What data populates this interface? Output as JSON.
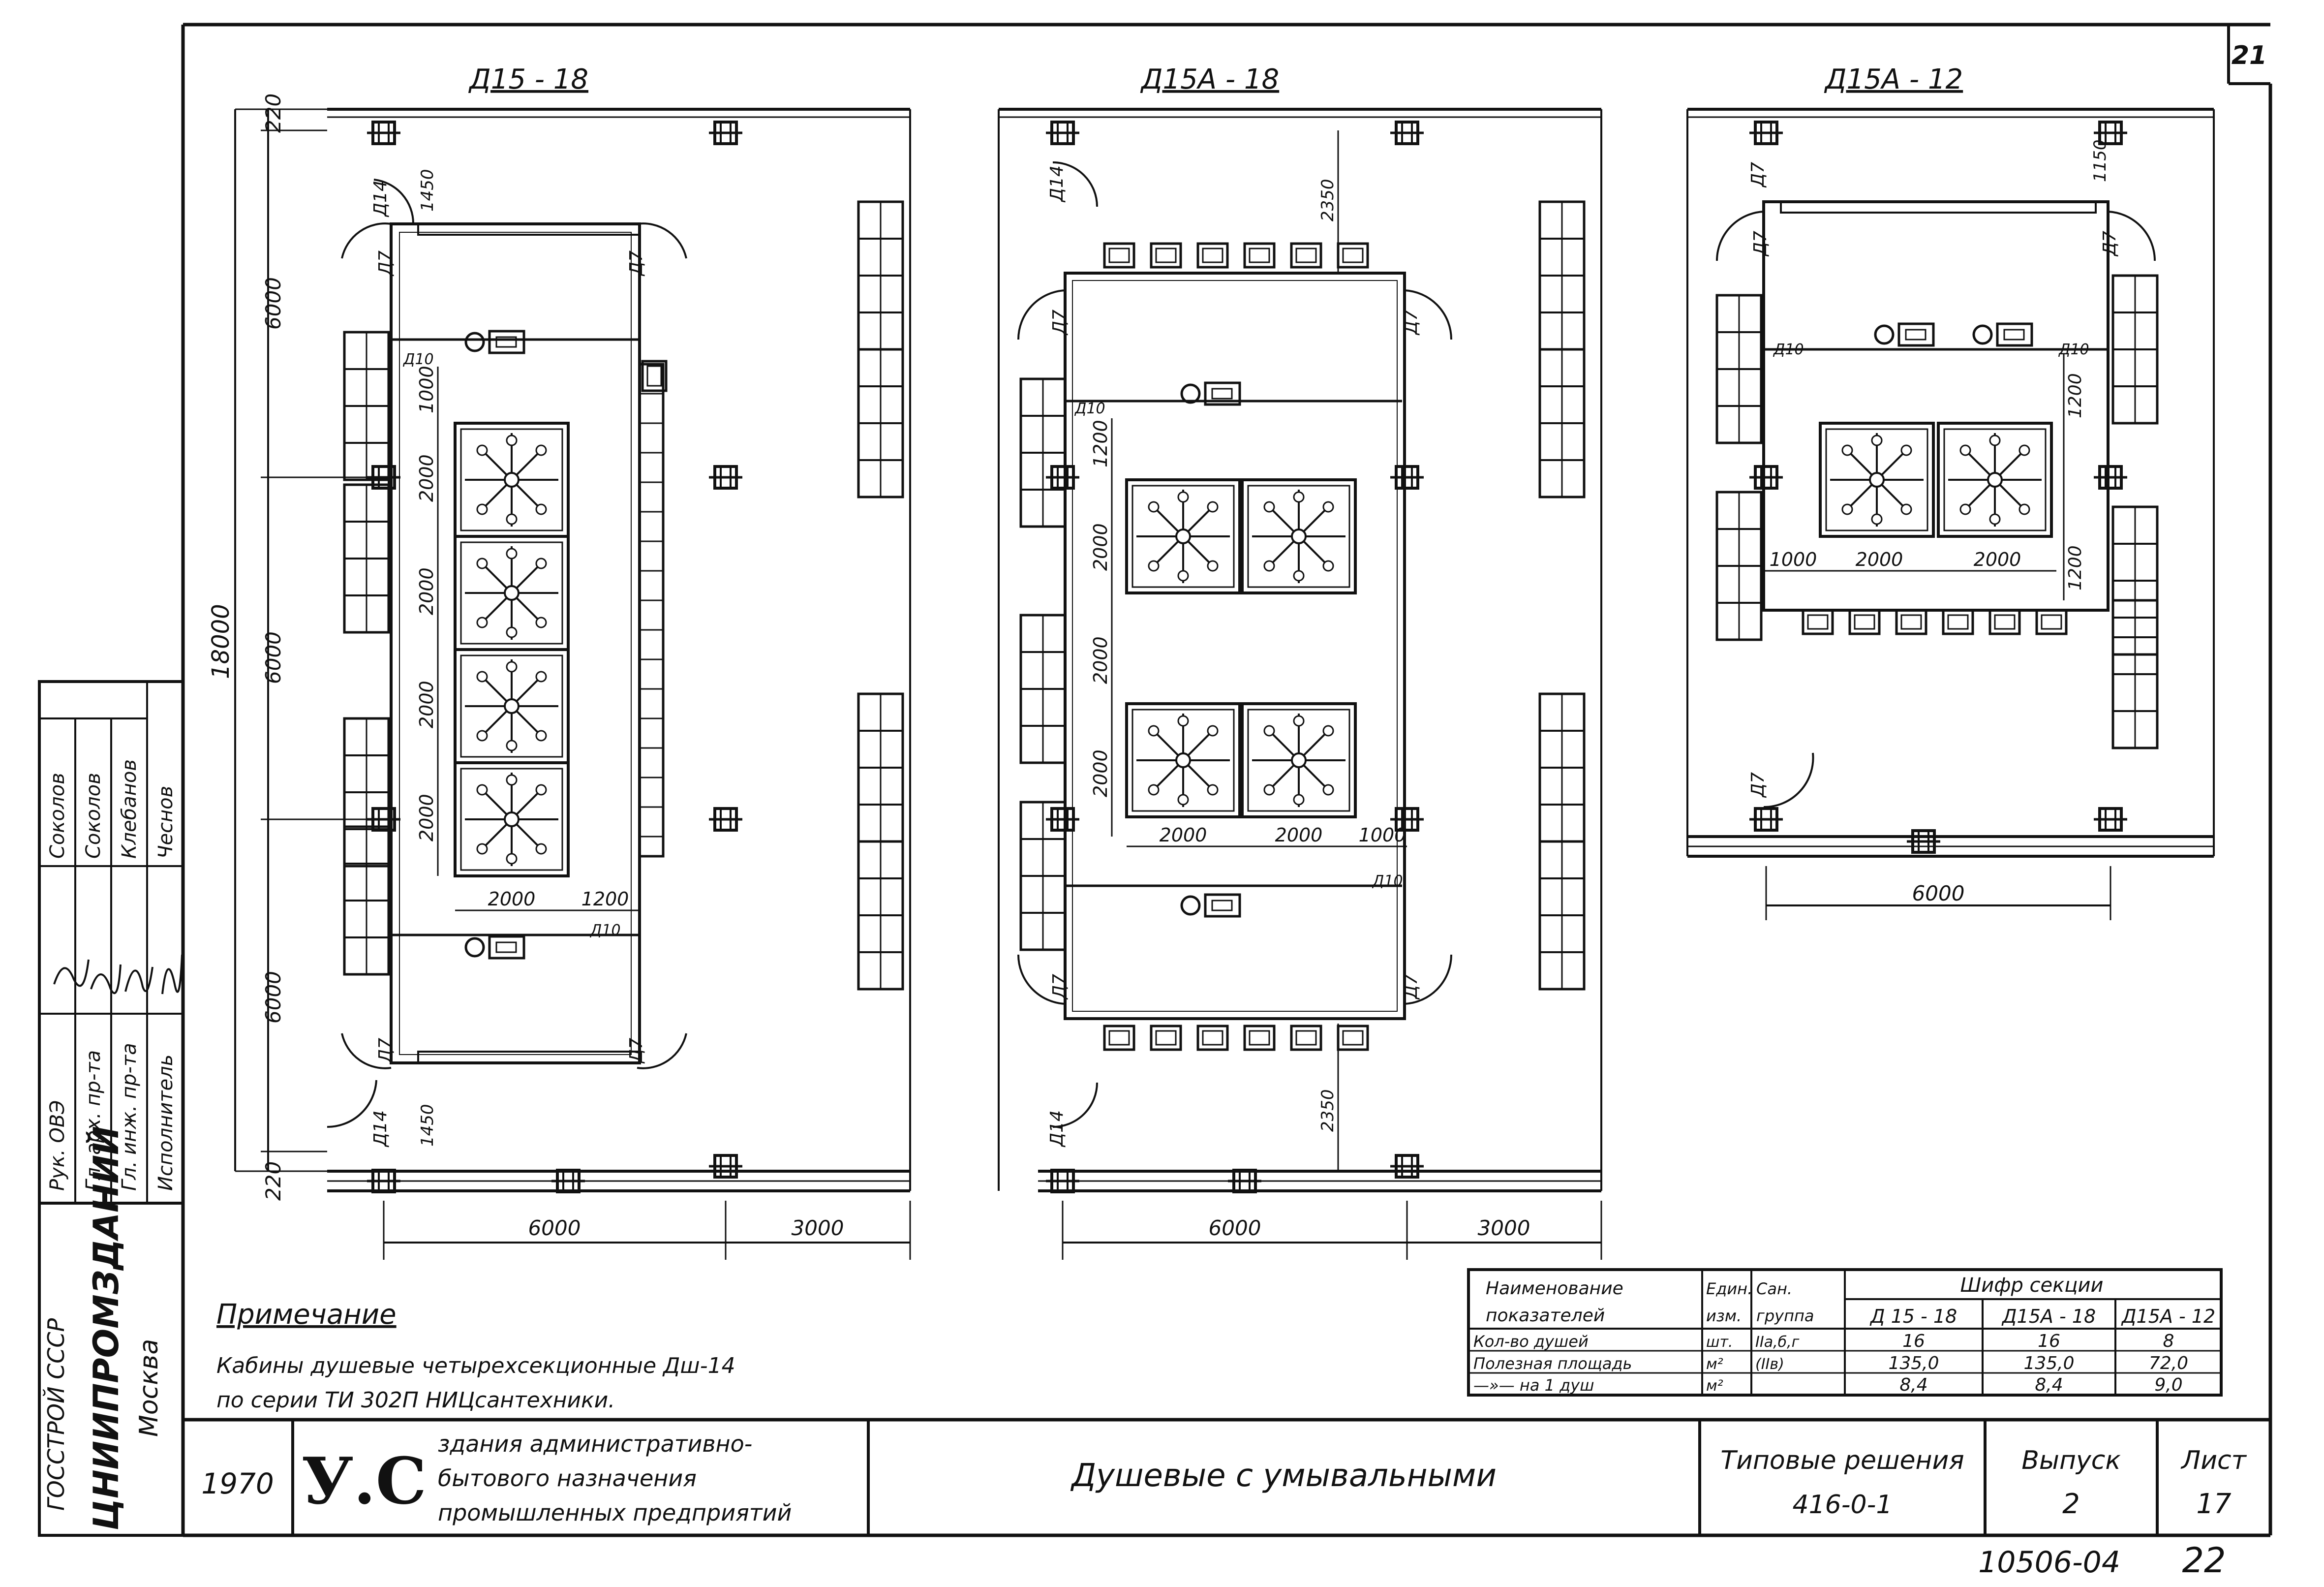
{
  "sheet_corner_number": "21",
  "sections": [
    {
      "title": "Д15 - 18",
      "dims_vertical_left": [
        "220",
        "6000",
        "6000",
        "6000",
        "220"
      ],
      "dim_total": "18000",
      "dims_bottom": [
        "6000",
        "3000"
      ],
      "dims_inner": [
        "1000",
        "2000",
        "2000",
        "2000",
        "2000",
        "2000",
        "1200"
      ],
      "door_labels": [
        "Д14",
        "Д7",
        "Д7",
        "Д10",
        "Д10",
        "Д7",
        "Д7",
        "Д14"
      ],
      "small_dims": [
        "1450",
        "1450"
      ]
    },
    {
      "title": "Д15А - 18",
      "dims_bottom": [
        "6000",
        "3000"
      ],
      "dims_inner": [
        "1200",
        "2000",
        "2000",
        "2000",
        "2000",
        "2000",
        "1000"
      ],
      "door_labels": [
        "Д14",
        "Д7",
        "Д7",
        "Д10",
        "Д10",
        "Д7",
        "Д7",
        "Д14"
      ],
      "small_dims": [
        "2350",
        "2350"
      ]
    },
    {
      "title": "Д15А - 12",
      "dims_bottom": [
        "6000"
      ],
      "dims_inner": [
        "1000",
        "2000",
        "2000",
        "1200",
        "1200"
      ],
      "door_labels": [
        "Д7",
        "Д7",
        "Д7",
        "Д10",
        "Д10",
        "Д7"
      ],
      "small_dims": [
        "1150"
      ]
    }
  ],
  "note": {
    "heading": "Примечание",
    "line1": "Кабины душевые четырехсекционные Дш-14",
    "line2": "по серии ТИ 302П НИЦсантехники."
  },
  "indicators_table": {
    "header_name_1": "Наименование",
    "header_name_2": "показателей",
    "header_unit_1": "Един.",
    "header_unit_2": "изм.",
    "header_group_1": "Сан.",
    "header_group_2": "группа",
    "header_code": "Шифр секции",
    "columns": [
      "Д 15 - 18",
      "Д15А - 18",
      "Д15А - 12"
    ],
    "rows": [
      {
        "name": "Кол-во душей",
        "unit": "шт.",
        "group": "IIа,б,г",
        "values": [
          "16",
          "16",
          "8"
        ]
      },
      {
        "name": "Полезная площадь",
        "unit": "м²",
        "group": "(IIв)",
        "values": [
          "135,0",
          "135,0",
          "72,0"
        ]
      },
      {
        "name": "—»— на 1 душ",
        "unit": "м²",
        "group": "",
        "values": [
          "8,4",
          "8,4",
          "9,0"
        ]
      }
    ]
  },
  "approvals": {
    "roles": [
      "Рук. ОВЭ",
      "Гл. арх. пр-та",
      "Гл. инж. пр-та",
      "Исполнитель"
    ],
    "names": [
      "Соколов",
      "Соколов",
      "Клебанов",
      "Чеснов"
    ]
  },
  "org": {
    "line1": "ГОССТРОЙ СССР",
    "line2": "ЦНИИПРОМЗДАНИЙ",
    "line3": "Москва"
  },
  "title_block": {
    "year": "1970",
    "logo": "У.С",
    "subject_1": "здания административно-",
    "subject_2": "бытового назначения",
    "subject_3": "промышленных предприятий",
    "drawing_title": "Душевые с умывальными",
    "series_label": "Типовые решения",
    "series_code": "416-0-1",
    "issue_label": "Выпуск",
    "issue_value": "2",
    "sheet_label": "Лист",
    "sheet_value": "17"
  },
  "footer_code": "10506-04",
  "footer_page": "22"
}
